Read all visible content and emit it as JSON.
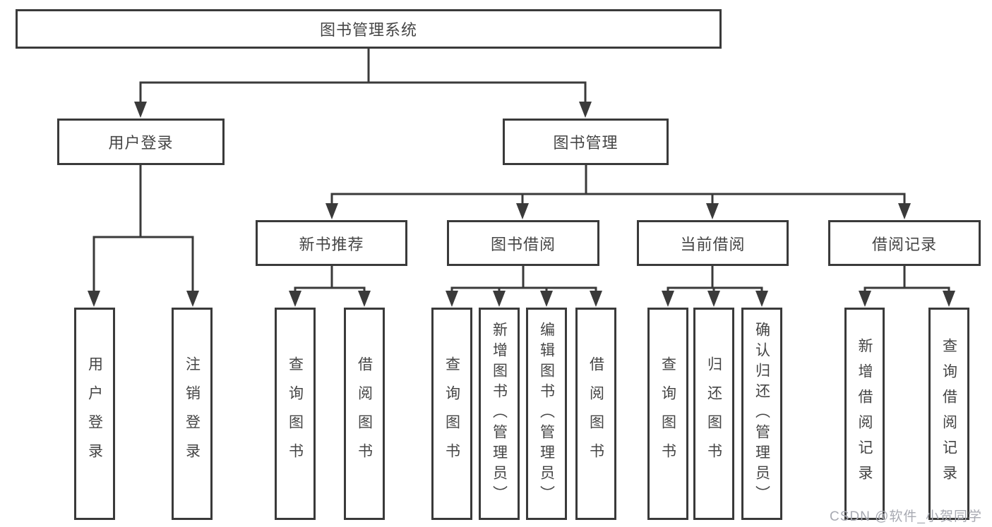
{
  "diagram": {
    "title": "图书管理系统",
    "root": {
      "label": "图书管理系统"
    },
    "branches": [
      {
        "label": "用户登录",
        "children": [
          {
            "label": "用户登录"
          },
          {
            "label": "注销登录"
          }
        ]
      },
      {
        "label": "图书管理",
        "children": [
          {
            "label": "新书推荐",
            "children": [
              {
                "label": "查询图书"
              },
              {
                "label": "借阅图书"
              }
            ]
          },
          {
            "label": "图书借阅",
            "children": [
              {
                "label": "查询图书"
              },
              {
                "label": "新增图书（管理员）"
              },
              {
                "label": "编辑图书（管理员）"
              },
              {
                "label": "借阅图书"
              }
            ]
          },
          {
            "label": "当前借阅",
            "children": [
              {
                "label": "查询图书"
              },
              {
                "label": "归还图书"
              },
              {
                "label": "确认归还（管理员）"
              }
            ]
          },
          {
            "label": "借阅记录",
            "children": [
              {
                "label": "新增借阅记录"
              },
              {
                "label": "查询借阅记录"
              }
            ]
          }
        ]
      }
    ]
  },
  "watermark": {
    "text": "CSDN @软件_小贺同学"
  },
  "colors": {
    "line": "#3a3a3a",
    "box_border": "#3a3a3a",
    "box_fill": "#ffffff",
    "text": "#454545",
    "watermark": "#a8aab2",
    "background": "#ffffff"
  }
}
